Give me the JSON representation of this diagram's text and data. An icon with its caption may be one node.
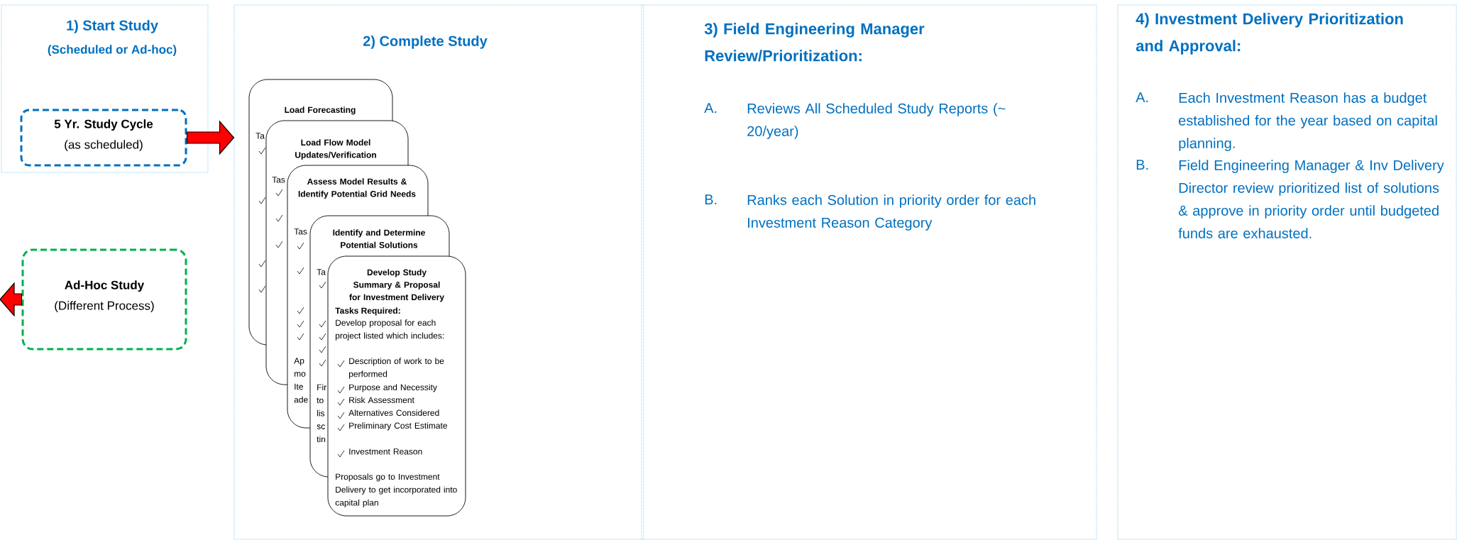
{
  "diagram": {
    "nodes": [
      {
        "text": [
          "1) Start Study",
          "(Scheduled or Ad-hoc)"
        ]
      },
      {
        "text": [
          "5 Yr. Study Cycle",
          "(as scheduled)"
        ],
        "in": 0
      },
      {
        "text": [
          "Ad-Hoc Study",
          "(Different Process)"
        ]
      },
      {
        "text": [
          "2) Complete Study"
        ]
      },
      {
        "text": [
          "Load Forecasting",
          "Ta"
        ],
        "in": 3
      },
      {
        "text": [
          "Load Flow Model Updates/Verification",
          "Tas"
        ],
        "in": 3
      },
      {
        "text": [
          "Assess Model Results & Identify Potential Grid Needs",
          "Tas",
          "Ap mo Ite ade"
        ],
        "in": 3
      },
      {
        "text": [
          "Identify and Determine Potential Solutions",
          "Ta",
          "Fir to lis sc tin"
        ],
        "in": 3
      },
      {
        "text": [
          "Develop Study Summary & Proposal for Investment Delivery",
          "Tasks Required:",
          "Develop proposal for each project listed which includes:",
          "Description of work to be performed",
          "Purpose and Necessity",
          "Risk Assessment",
          "Alternatives Considered",
          "Preliminary Cost Estimate",
          "Investment Reason",
          "Proposals go to Investment Delivery to get incorporated into capital plan"
        ],
        "in": 3
      },
      {
        "text": [
          "3) Field Engineering Manager Review/Prioritization:",
          "A.",
          "Reviews All Scheduled Study Reports (~ 20/year)",
          "B.",
          "Ranks each Solution in priority order for each Investment Reason Category"
        ]
      },
      {
        "text": [
          "4) Investment Delivery Prioritization and Approval:",
          "A.",
          "Each Investment Reason has a budget established for the year based on capital planning.",
          "B.",
          "Field Engineering Manager & Inv Delivery Director review prioritized list of solutions & approve in priority order until budgeted funds are exhausted."
        ]
      }
    ],
    "edges": [
      {
        "from": 1,
        "to": 3,
        "arrow": "to"
      },
      {
        "from": 2,
        "to": null,
        "arrow": "to"
      }
    ]
  }
}
